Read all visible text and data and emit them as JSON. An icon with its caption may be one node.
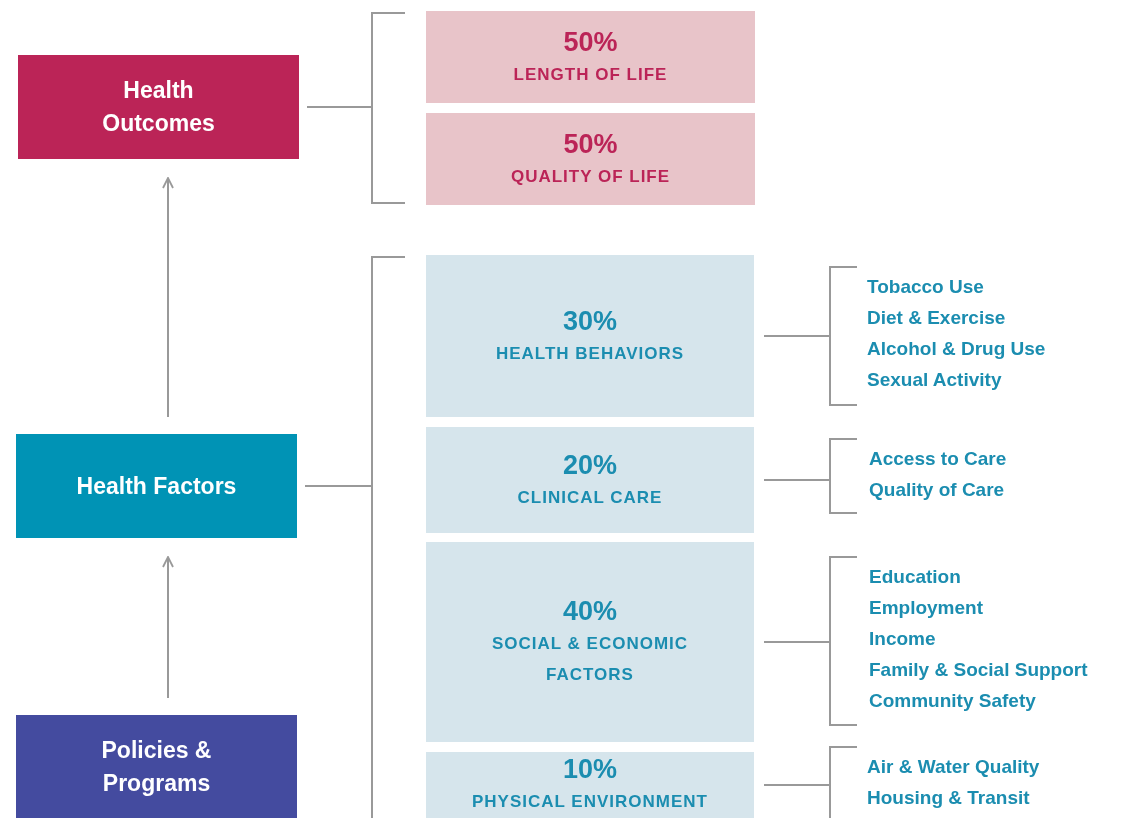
{
  "diagram": {
    "nodes": [
      {
        "text": [
          "Health Outcomes"
        ]
      },
      {
        "text": [
          "50%",
          "LENGTH OF LIFE"
        ]
      },
      {
        "text": [
          "50%",
          "QUALITY OF LIFE"
        ]
      },
      {
        "text": [
          "Health Factors"
        ]
      },
      {
        "text": [
          "30%",
          "HEALTH BEHAVIORS"
        ]
      },
      {
        "text": [
          "Tobacco Use",
          "Diet & Exercise",
          "Alcohol & Drug Use",
          "Sexual Activity"
        ]
      },
      {
        "text": [
          "20%",
          "CLINICAL CARE"
        ]
      },
      {
        "text": [
          "Access to Care",
          "Quality of Care"
        ]
      },
      {
        "text": [
          "40%",
          "SOCIAL & ECONOMIC FACTORS"
        ]
      },
      {
        "text": [
          "Education",
          "Employment",
          "Income",
          "Family & Social Support",
          "Community Safety"
        ]
      },
      {
        "text": [
          "10%",
          "PHYSICAL ENVIRONMENT"
        ]
      },
      {
        "text": [
          "Air & Water Quality",
          "Housing & Transit"
        ]
      },
      {
        "text": [
          "Policies & Programs"
        ]
      }
    ],
    "edges": [
      {
        "from": 3,
        "to": 0,
        "arrow": "to"
      },
      {
        "from": 12,
        "to": 3,
        "arrow": "to"
      },
      {
        "from": 0,
        "to": 1,
        "arrow": "none"
      },
      {
        "from": 0,
        "to": 2,
        "arrow": "none"
      },
      {
        "from": 3,
        "to": 4,
        "arrow": "none"
      },
      {
        "from": 3,
        "to": 6,
        "arrow": "none"
      },
      {
        "from": 3,
        "to": 8,
        "arrow": "none"
      },
      {
        "from": 3,
        "to": 10,
        "arrow": "none"
      },
      {
        "from": 4,
        "to": 5,
        "arrow": "none"
      },
      {
        "from": 6,
        "to": 7,
        "arrow": "none"
      },
      {
        "from": 8,
        "to": 9,
        "arrow": "none"
      },
      {
        "from": 10,
        "to": 11,
        "arrow": "none"
      }
    ]
  }
}
